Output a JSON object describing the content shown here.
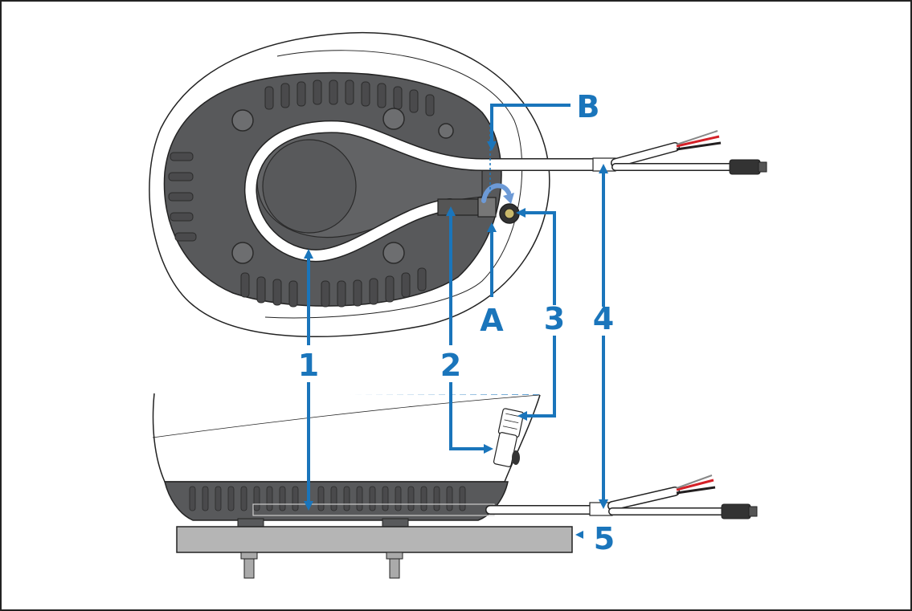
{
  "colors": {
    "accent": "#1a75bb",
    "housing_dark": "#58595b",
    "housing_light": "#ffffff",
    "outline": "#222222",
    "plate": "#b5b5b5",
    "cable": "#ffffff",
    "wire_red": "#d42027",
    "wire_black": "#231f20"
  },
  "icons": {
    "arrow_head": "arrow-head-icon",
    "rotate_arrow": "rotate-arrow-icon"
  },
  "callouts": {
    "label_1": "1",
    "label_2": "2",
    "label_3": "3",
    "label_4": "4",
    "label_5": "5",
    "label_a": "A",
    "label_b": "B"
  }
}
